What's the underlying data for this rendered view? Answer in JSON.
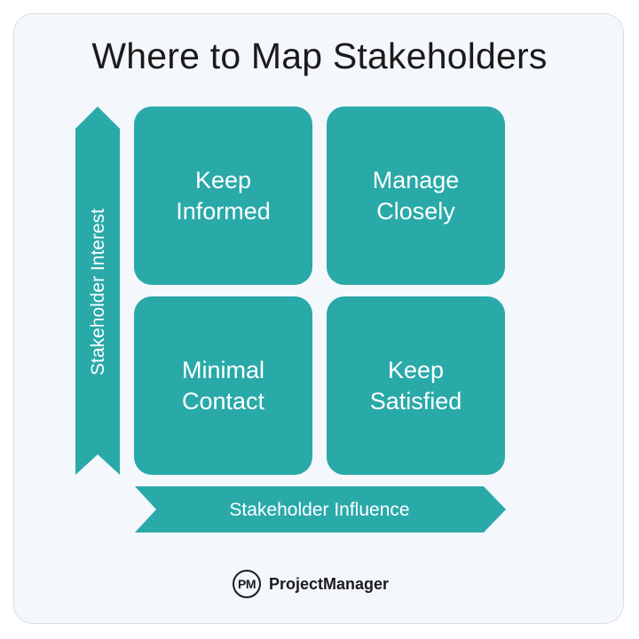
{
  "title": "Where to Map Stakeholders",
  "axes": {
    "y_label": "Stakeholder Interest",
    "x_label": "Stakeholder Influence"
  },
  "quadrants": {
    "top_left": {
      "line1": "Keep",
      "line2": "Informed"
    },
    "top_right": {
      "line1": "Manage",
      "line2": "Closely"
    },
    "bottom_left": {
      "line1": "Minimal",
      "line2": "Contact"
    },
    "bottom_right": {
      "line1": "Keep",
      "line2": "Satisfied"
    }
  },
  "brand": {
    "logo_text": "PM",
    "name": "ProjectManager"
  },
  "colors": {
    "accent": "#2aa9a9",
    "background": "#f4f7fb",
    "text": "#1b1b1b"
  }
}
